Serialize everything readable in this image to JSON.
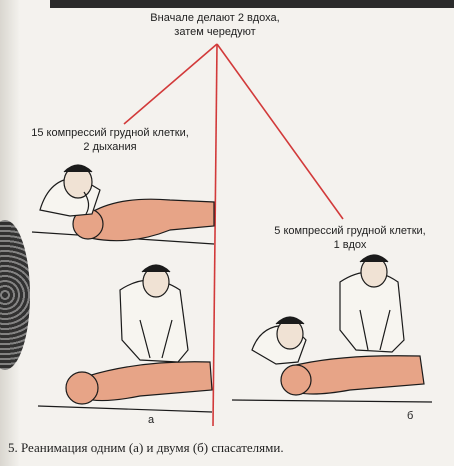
{
  "header": {
    "line1": "Вначале делают 2 вдоха,",
    "line2": "затем чередуют"
  },
  "left_label": {
    "line1": "15 компрессий грудной клетки,",
    "line2": "2 дыхания"
  },
  "right_label": {
    "line1": "5 компрессий грудной клетки,",
    "line2": "1 вдох"
  },
  "panel_letters": {
    "a": "а",
    "b": "б"
  },
  "caption": "5. Реанимация одним (а) и двумя (б) спасателями.",
  "colors": {
    "line": "#d23a3a",
    "skin": "#e7a487",
    "ink": "#1b1b1b"
  }
}
